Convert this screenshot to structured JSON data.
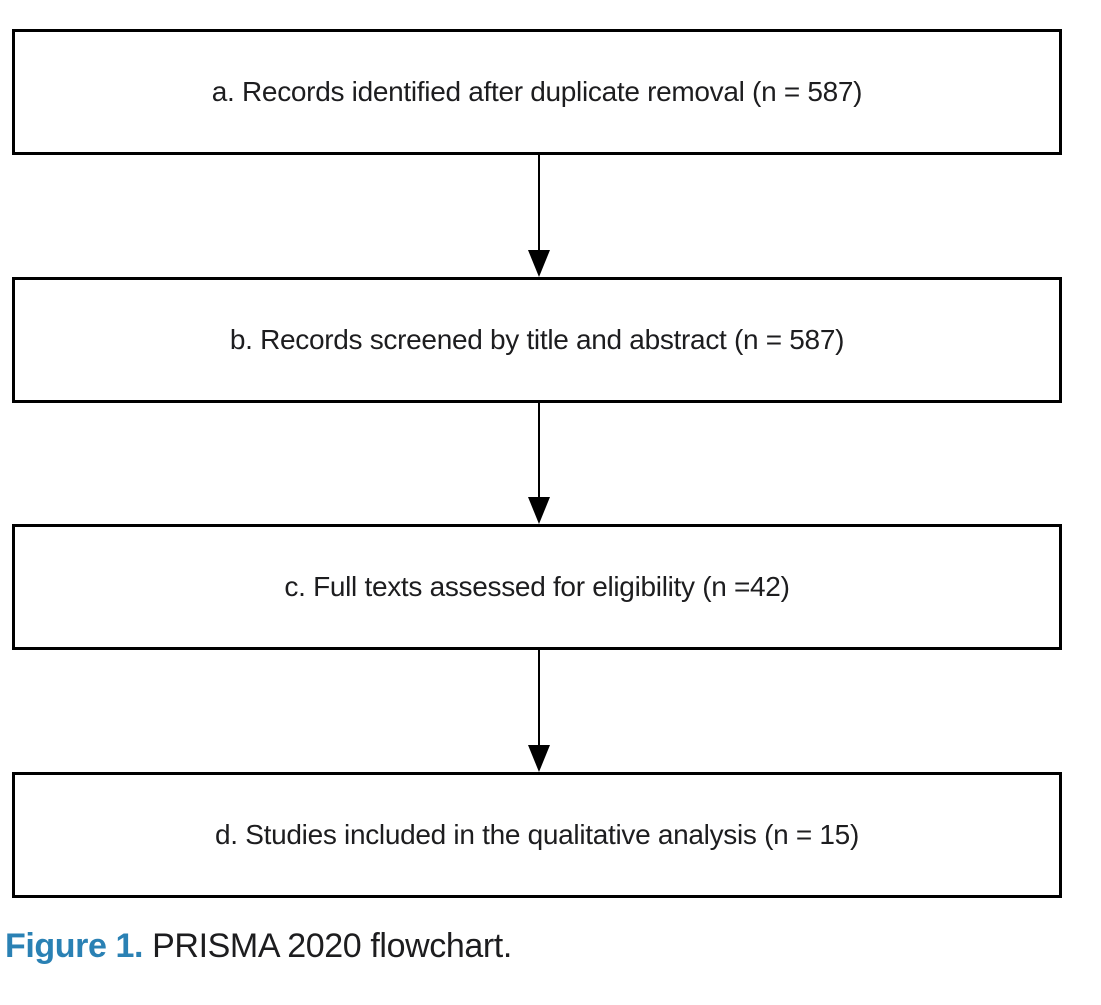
{
  "figure": {
    "type": "flowchart",
    "boxes": [
      {
        "id": "a",
        "label": "a. Records identified after duplicate removal (n = 587)",
        "n": 587
      },
      {
        "id": "b",
        "label": "b. Records screened by title and abstract (n = 587)",
        "n": 587
      },
      {
        "id": "c",
        "label": "c. Full texts assessed for eligibility (n =42)",
        "n": 42
      },
      {
        "id": "d",
        "label": "d. Studies included in the qualitative analysis (n = 15)",
        "n": 15
      }
    ],
    "arrows": [
      {
        "from": "a",
        "to": "b",
        "direction": "down"
      },
      {
        "from": "b",
        "to": "c",
        "direction": "down"
      },
      {
        "from": "c",
        "to": "d",
        "direction": "down"
      }
    ],
    "caption": {
      "label": "Figure 1.",
      "text": "PRISMA 2020 flowchart."
    },
    "colors": {
      "caption_label": "#2a81b4",
      "box_border": "#000000",
      "text": "#1d1d1f",
      "background": "#ffffff"
    }
  }
}
